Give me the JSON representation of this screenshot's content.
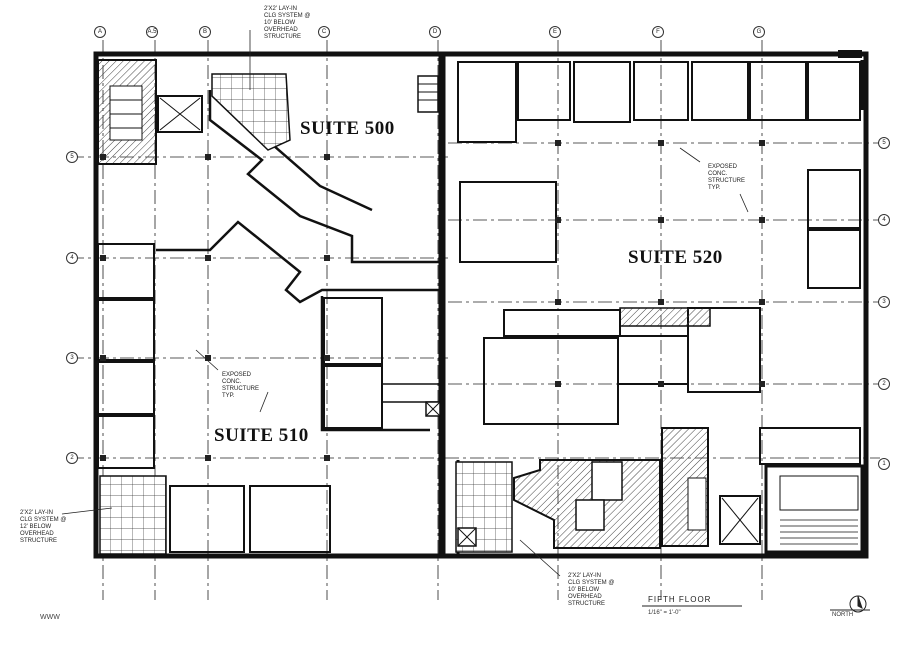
{
  "plan": {
    "suites": [
      {
        "id": "500",
        "label": "SUITE 500"
      },
      {
        "id": "510",
        "label": "SUITE 510"
      },
      {
        "id": "520",
        "label": "SUITE 520"
      }
    ],
    "notes": {
      "ceiling_top": "2'x2' LAY-IN\nCLG SYSTEM @\n10' BELOW\nOVERHEAD\nSTRUCTURE",
      "ceiling_left": "2'x2' LAY-IN\nCLG SYSTEM @\n12' BELOW\nOVERHEAD\nSTRUCTURE",
      "ceiling_bottom": "2'x2' LAY-IN\nCLG SYSTEM @\n10' BELOW\nOVERHEAD\nSTRUCTURE",
      "exposed_510": "EXPOSED\nCONC.\nSTRUCTURE\nTYP.",
      "exposed_520": "EXPOSED\nCONC.\nSTRUCTURE\nTYP."
    },
    "column_tags": [
      "A",
      "A.5",
      "B",
      "C",
      "D",
      "E",
      "F",
      "G"
    ],
    "row_tags_left": [
      "5",
      "4",
      "3",
      "2"
    ],
    "row_tags_right": [
      "5",
      "4",
      "3",
      "2",
      "1"
    ],
    "title": "FIFTH FLOOR",
    "scale": "1/16\" = 1'-0\"",
    "north": "NORTH",
    "corner_mark": "WWW"
  }
}
